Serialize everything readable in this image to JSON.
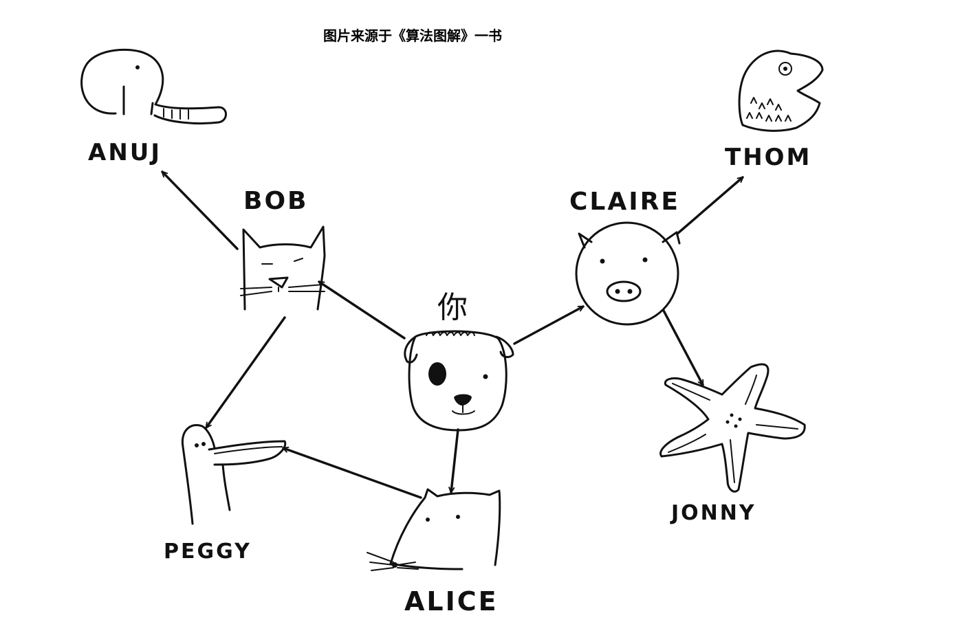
{
  "caption": "图片来源于《算法图解》一书",
  "nodes": {
    "you": {
      "label": "你",
      "animal": "dog-icon"
    },
    "bob": {
      "label": "BOB",
      "animal": "cat-icon"
    },
    "claire": {
      "label": "CLAIRE",
      "animal": "pig-icon"
    },
    "anuj": {
      "label": "ANUJ",
      "animal": "elephant-icon"
    },
    "thom": {
      "label": "THOM",
      "animal": "fish-icon"
    },
    "peggy": {
      "label": "PEGGY",
      "animal": "bird-icon"
    },
    "alice": {
      "label": "ALICE",
      "animal": "mouse-icon"
    },
    "jonny": {
      "label": "JONNY",
      "animal": "starfish-icon"
    }
  },
  "edges": [
    {
      "from": "you",
      "to": "bob"
    },
    {
      "from": "you",
      "to": "claire"
    },
    {
      "from": "you",
      "to": "alice"
    },
    {
      "from": "bob",
      "to": "anuj"
    },
    {
      "from": "bob",
      "to": "peggy"
    },
    {
      "from": "alice",
      "to": "peggy"
    },
    {
      "from": "claire",
      "to": "thom"
    },
    {
      "from": "claire",
      "to": "jonny"
    }
  ]
}
